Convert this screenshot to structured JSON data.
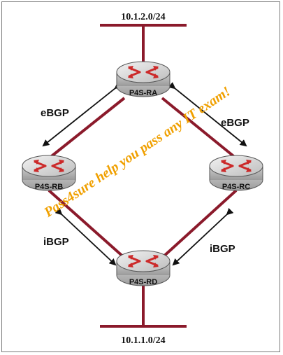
{
  "networks": {
    "top": "10.1.2.0/24",
    "bottom": "10.1.1.0/24"
  },
  "routers": {
    "ra": "P4S-RA",
    "rb": "P4S-RB",
    "rc": "P4S-RC",
    "rd": "P4S-RD"
  },
  "links": {
    "ra_rb": "eBGP",
    "ra_rc": "eBGP",
    "rb_rd": "iBGP",
    "rc_rd": "iBGP"
  },
  "watermark": "Pass4sure help you pass any IT exam!",
  "colors": {
    "link": "#8b1a2b",
    "router_body": "#dcdcdc",
    "router_arrow": "#cc2a2a",
    "watermark": "#f0a000"
  }
}
